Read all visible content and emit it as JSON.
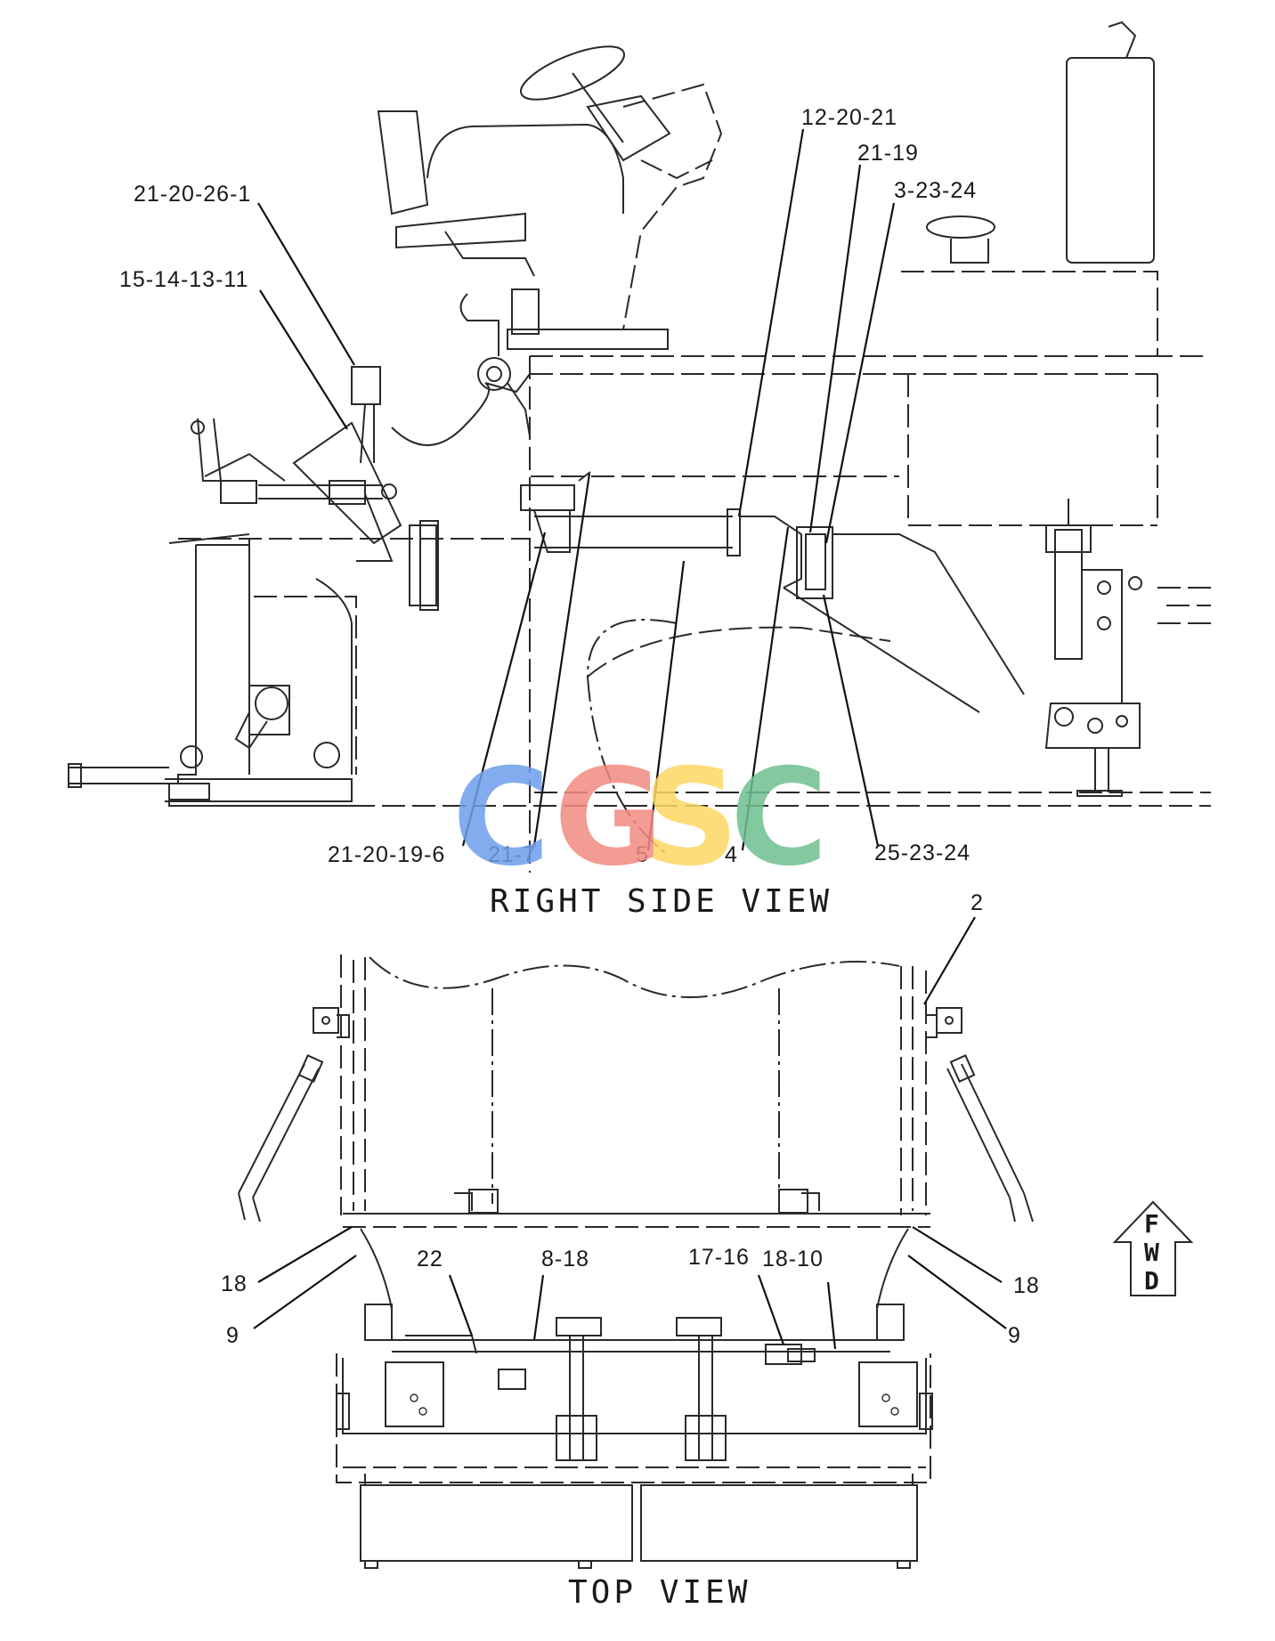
{
  "views": {
    "side_title": "RIGHT SIDE VIEW",
    "top_title": "TOP VIEW"
  },
  "fwd": {
    "letters": [
      "F",
      "W",
      "D"
    ]
  },
  "watermark": {
    "letters": [
      {
        "char": "C",
        "color": "#6d9eeb"
      },
      {
        "char": "G",
        "color": "#f28b82"
      },
      {
        "char": "S",
        "color": "#fdd663"
      },
      {
        "char": "C",
        "color": "#6fbf8f"
      }
    ]
  },
  "side_callouts": {
    "c1": "21-20-26-1",
    "c2": "15-14-13-11",
    "c3": "12-20-21",
    "c4": "21-19",
    "c5": "3-23-24",
    "c6": "21-20-19-6",
    "c7": "21-7",
    "c8": "5",
    "c9": "4",
    "c10": "25-23-24"
  },
  "top_callouts": {
    "c1": "2",
    "c2": "18",
    "c3": "9",
    "c4": "22",
    "c5": "8-18",
    "c6": "17-16",
    "c7": "18-10",
    "c8": "18",
    "c9": "9"
  }
}
